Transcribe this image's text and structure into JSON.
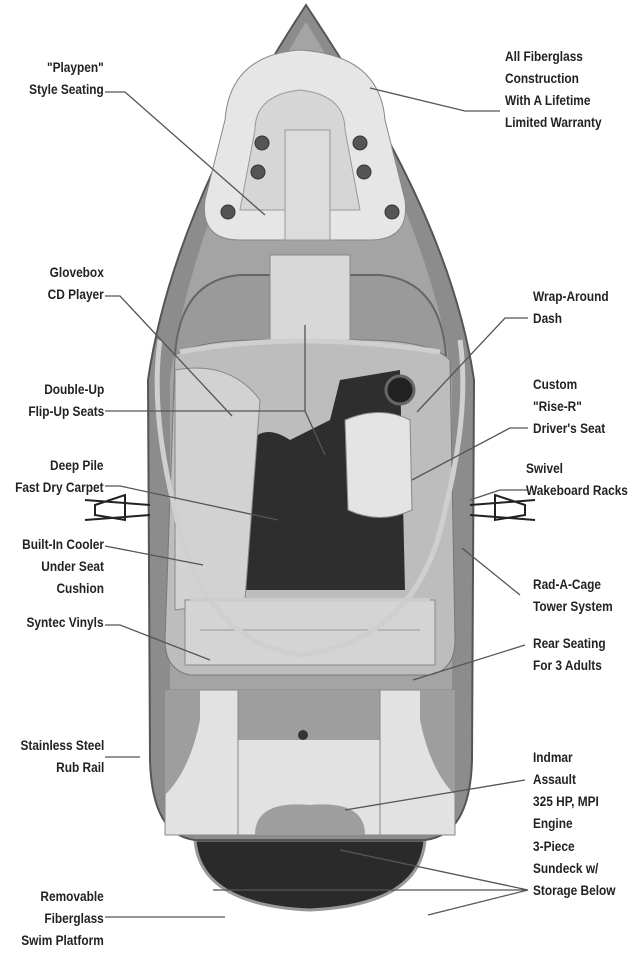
{
  "labels": {
    "playpen": [
      "\"Playpen\"",
      "Style Seating"
    ],
    "fiberglass": [
      "All Fiberglass",
      "Construction",
      "With A Lifetime",
      "Limited Warranty"
    ],
    "glovebox": [
      "Glovebox",
      "CD Player"
    ],
    "dash": [
      "Wrap-Around",
      "Dash"
    ],
    "flipup": [
      "Double-Up",
      "Flip-Up Seats"
    ],
    "driver": [
      "Custom",
      "\"Rise-R\"",
      "Driver's Seat"
    ],
    "carpet": [
      "Deep Pile",
      "Fast Dry Carpet"
    ],
    "racks": [
      "Swivel",
      "Wakeboard Racks"
    ],
    "cooler": [
      "Built-In Cooler",
      "Under Seat",
      "Cushion"
    ],
    "tower": [
      "Rad-A-Cage",
      "Tower System"
    ],
    "vinyls": [
      "Syntec Vinyls"
    ],
    "rear": [
      "Rear Seating",
      "For 3 Adults"
    ],
    "rail": [
      "Stainless Steel",
      "Rub Rail"
    ],
    "engine": [
      "Indmar",
      "Assault",
      "325 HP, MPI",
      "Engine"
    ],
    "sundeck": [
      "3-Piece",
      "Sundeck w/",
      "Storage Below"
    ],
    "platform": [
      "Removable",
      "Fiberglass",
      "Swim Platform"
    ]
  }
}
